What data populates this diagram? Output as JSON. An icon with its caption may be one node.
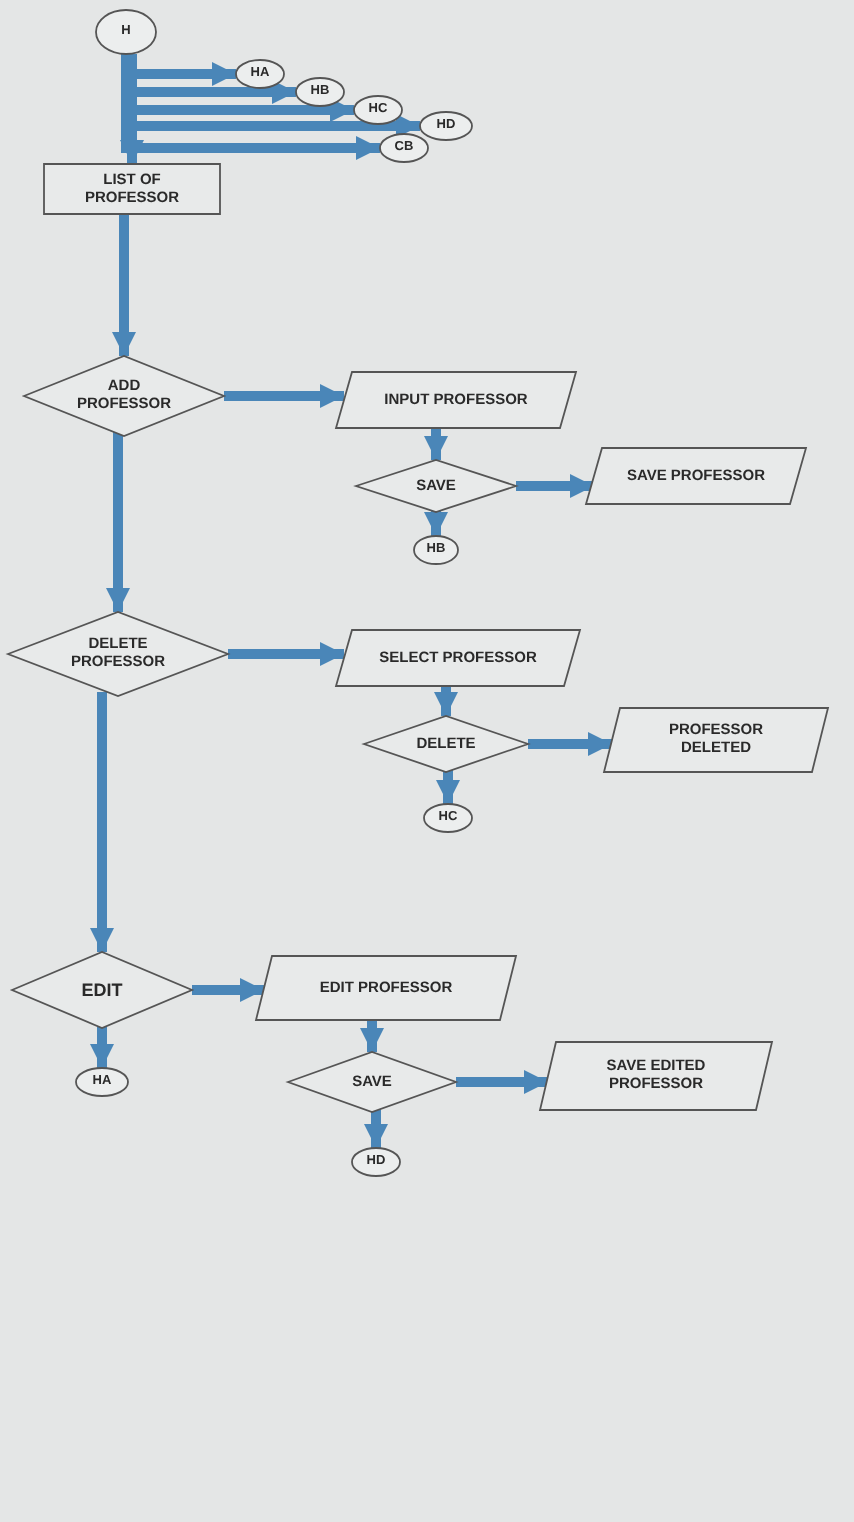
{
  "diagram": {
    "nodes": [
      {
        "text": [
          "H"
        ]
      },
      {
        "text": [
          "HA"
        ]
      },
      {
        "text": [
          "HB"
        ]
      },
      {
        "text": [
          "HC"
        ]
      },
      {
        "text": [
          "HD"
        ]
      },
      {
        "text": [
          "CB"
        ]
      },
      {
        "text": [
          "LIST OF PROFESSOR"
        ]
      },
      {
        "text": [
          "ADD PROFESSOR"
        ]
      },
      {
        "text": [
          "INPUT PROFESSOR"
        ]
      },
      {
        "text": [
          "SAVE"
        ]
      },
      {
        "text": [
          "SAVE PROFESSOR"
        ]
      },
      {
        "text": [
          "HB"
        ]
      },
      {
        "text": [
          "DELETE PROFESSOR"
        ]
      },
      {
        "text": [
          "SELECT PROFESSOR"
        ]
      },
      {
        "text": [
          "DELETE"
        ]
      },
      {
        "text": [
          "PROFESSOR DELETED"
        ]
      },
      {
        "text": [
          "HC"
        ]
      },
      {
        "text": [
          "EDIT"
        ]
      },
      {
        "text": [
          "EDIT PROFESSOR"
        ]
      },
      {
        "text": [
          "HA"
        ]
      },
      {
        "text": [
          "SAVE"
        ]
      },
      {
        "text": [
          "SAVE EDITED PROFESSOR"
        ]
      },
      {
        "text": [
          "HD"
        ]
      }
    ],
    "edges": [
      {
        "from": 0,
        "to": 1,
        "arrow": "to"
      },
      {
        "from": 0,
        "to": 2,
        "arrow": "to"
      },
      {
        "from": 0,
        "to": 3,
        "arrow": "to"
      },
      {
        "from": 0,
        "to": 4,
        "arrow": "to"
      },
      {
        "from": 0,
        "to": 5,
        "arrow": "to"
      },
      {
        "from": 0,
        "to": 6,
        "arrow": "to"
      },
      {
        "from": 6,
        "to": 7,
        "arrow": "to"
      },
      {
        "from": 7,
        "to": 8,
        "arrow": "to"
      },
      {
        "from": 8,
        "to": 9,
        "arrow": "to"
      },
      {
        "from": 9,
        "to": 10,
        "arrow": "to"
      },
      {
        "from": 9,
        "to": 11,
        "arrow": "to"
      },
      {
        "from": 7,
        "to": 12,
        "arrow": "to"
      },
      {
        "from": 12,
        "to": 13,
        "arrow": "to"
      },
      {
        "from": 13,
        "to": 14,
        "arrow": "to"
      },
      {
        "from": 14,
        "to": 15,
        "arrow": "to"
      },
      {
        "from": 14,
        "to": 16,
        "arrow": "to"
      },
      {
        "from": 12,
        "to": 17,
        "arrow": "to"
      },
      {
        "from": 17,
        "to": 18,
        "arrow": "to"
      },
      {
        "from": 17,
        "to": 19,
        "arrow": "to"
      },
      {
        "from": 18,
        "to": 20,
        "arrow": "to"
      },
      {
        "from": 20,
        "to": 21,
        "arrow": "to"
      },
      {
        "from": 20,
        "to": 22,
        "arrow": "to"
      }
    ]
  }
}
